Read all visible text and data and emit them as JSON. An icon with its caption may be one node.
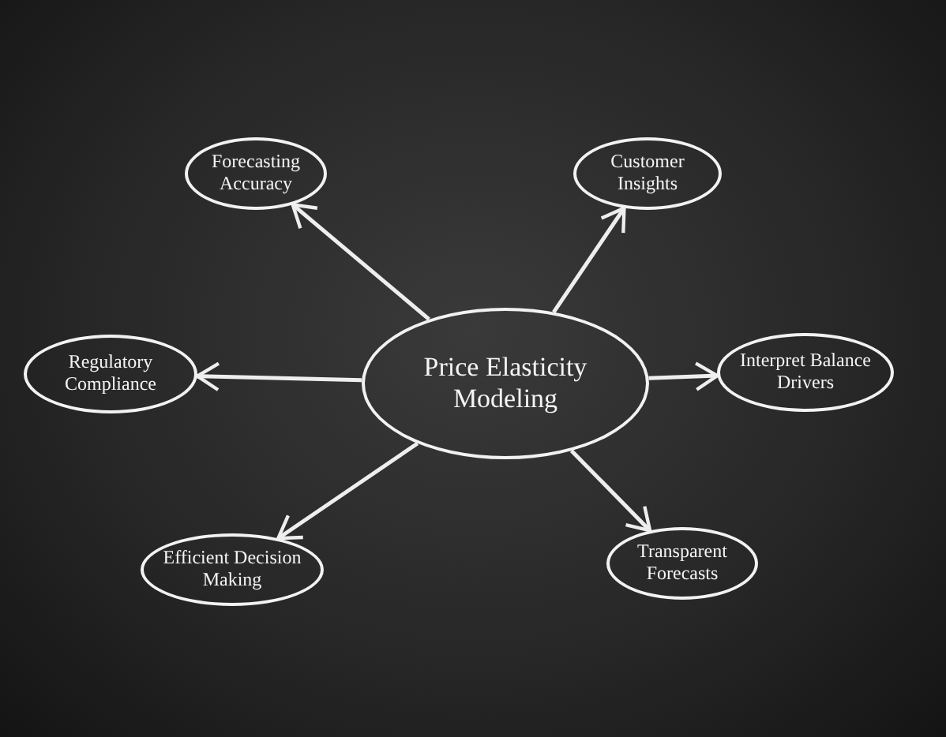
{
  "diagram": {
    "nodes": [
      {
        "text": [
          "Price Elasticity Modeling"
        ]
      },
      {
        "text": [
          "Forecasting Accuracy"
        ]
      },
      {
        "text": [
          "Customer Insights"
        ]
      },
      {
        "text": [
          "Regulatory Compliance"
        ]
      },
      {
        "text": [
          "Interpret Balance Drivers"
        ]
      },
      {
        "text": [
          "Efficient Decision Making"
        ]
      },
      {
        "text": [
          "Transparent Forecasts"
        ]
      }
    ],
    "edges": [
      {
        "from": 0,
        "to": 1,
        "arrow": "to"
      },
      {
        "from": 0,
        "to": 2,
        "arrow": "to"
      },
      {
        "from": 0,
        "to": 3,
        "arrow": "to"
      },
      {
        "from": 0,
        "to": 4,
        "arrow": "to"
      },
      {
        "from": 0,
        "to": 5,
        "arrow": "to"
      },
      {
        "from": 0,
        "to": 6,
        "arrow": "to"
      }
    ]
  }
}
